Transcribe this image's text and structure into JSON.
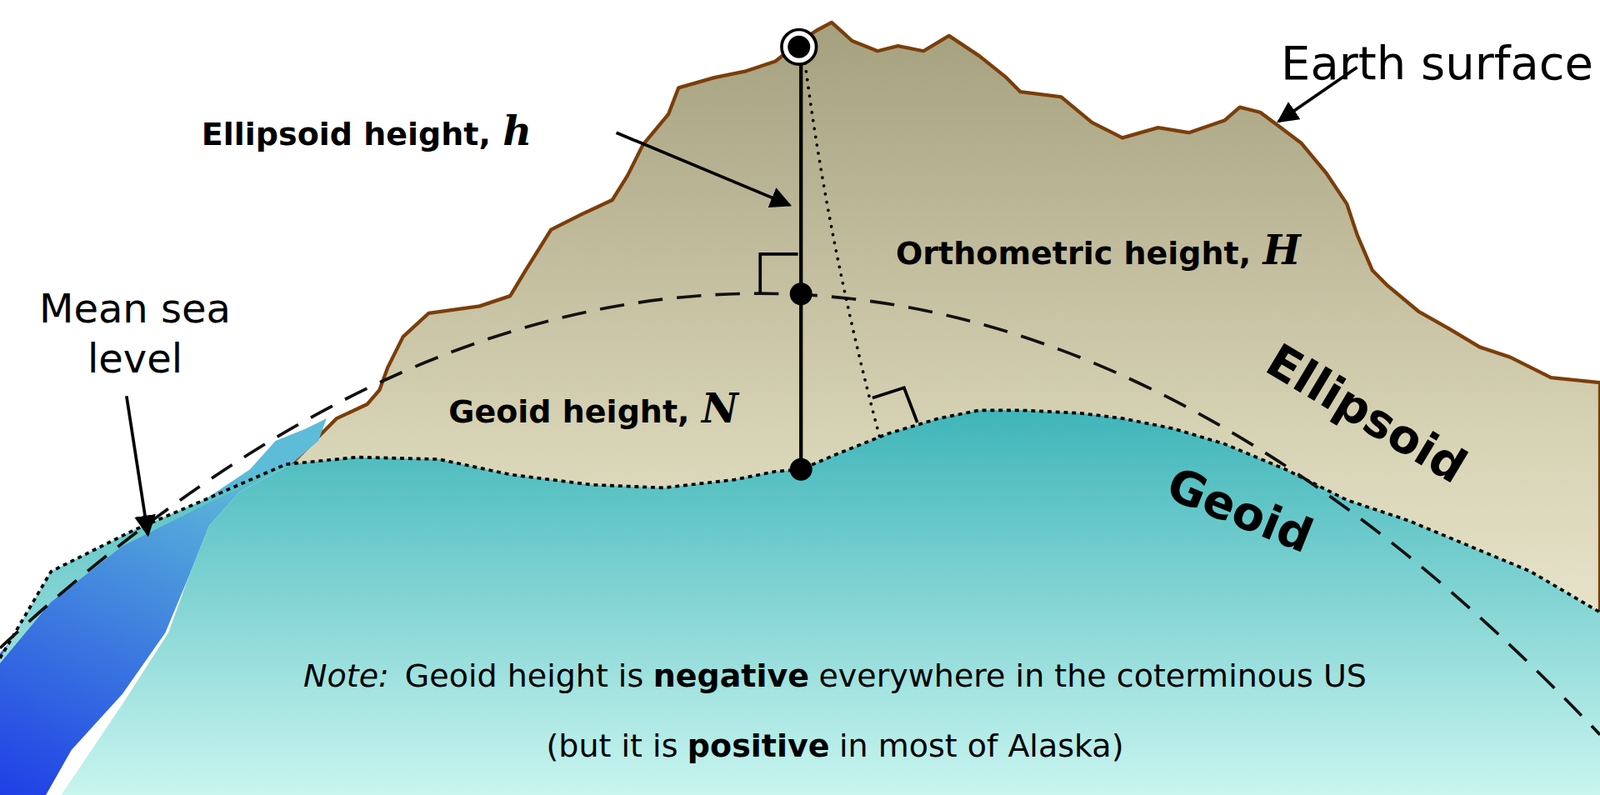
{
  "diagram": {
    "labels": [
      "Ellipsoid height,",
      "h",
      "Orthometric height,",
      "H",
      "Geoid height,",
      "N",
      "Earth surface",
      "Mean sea level",
      "Ellipsoid",
      "Geoid",
      "Note:",
      "Geoid height is",
      "negative",
      "everywhere in the coterminous US",
      "(but it is",
      "positive",
      "in most of Alaska)"
    ]
  }
}
